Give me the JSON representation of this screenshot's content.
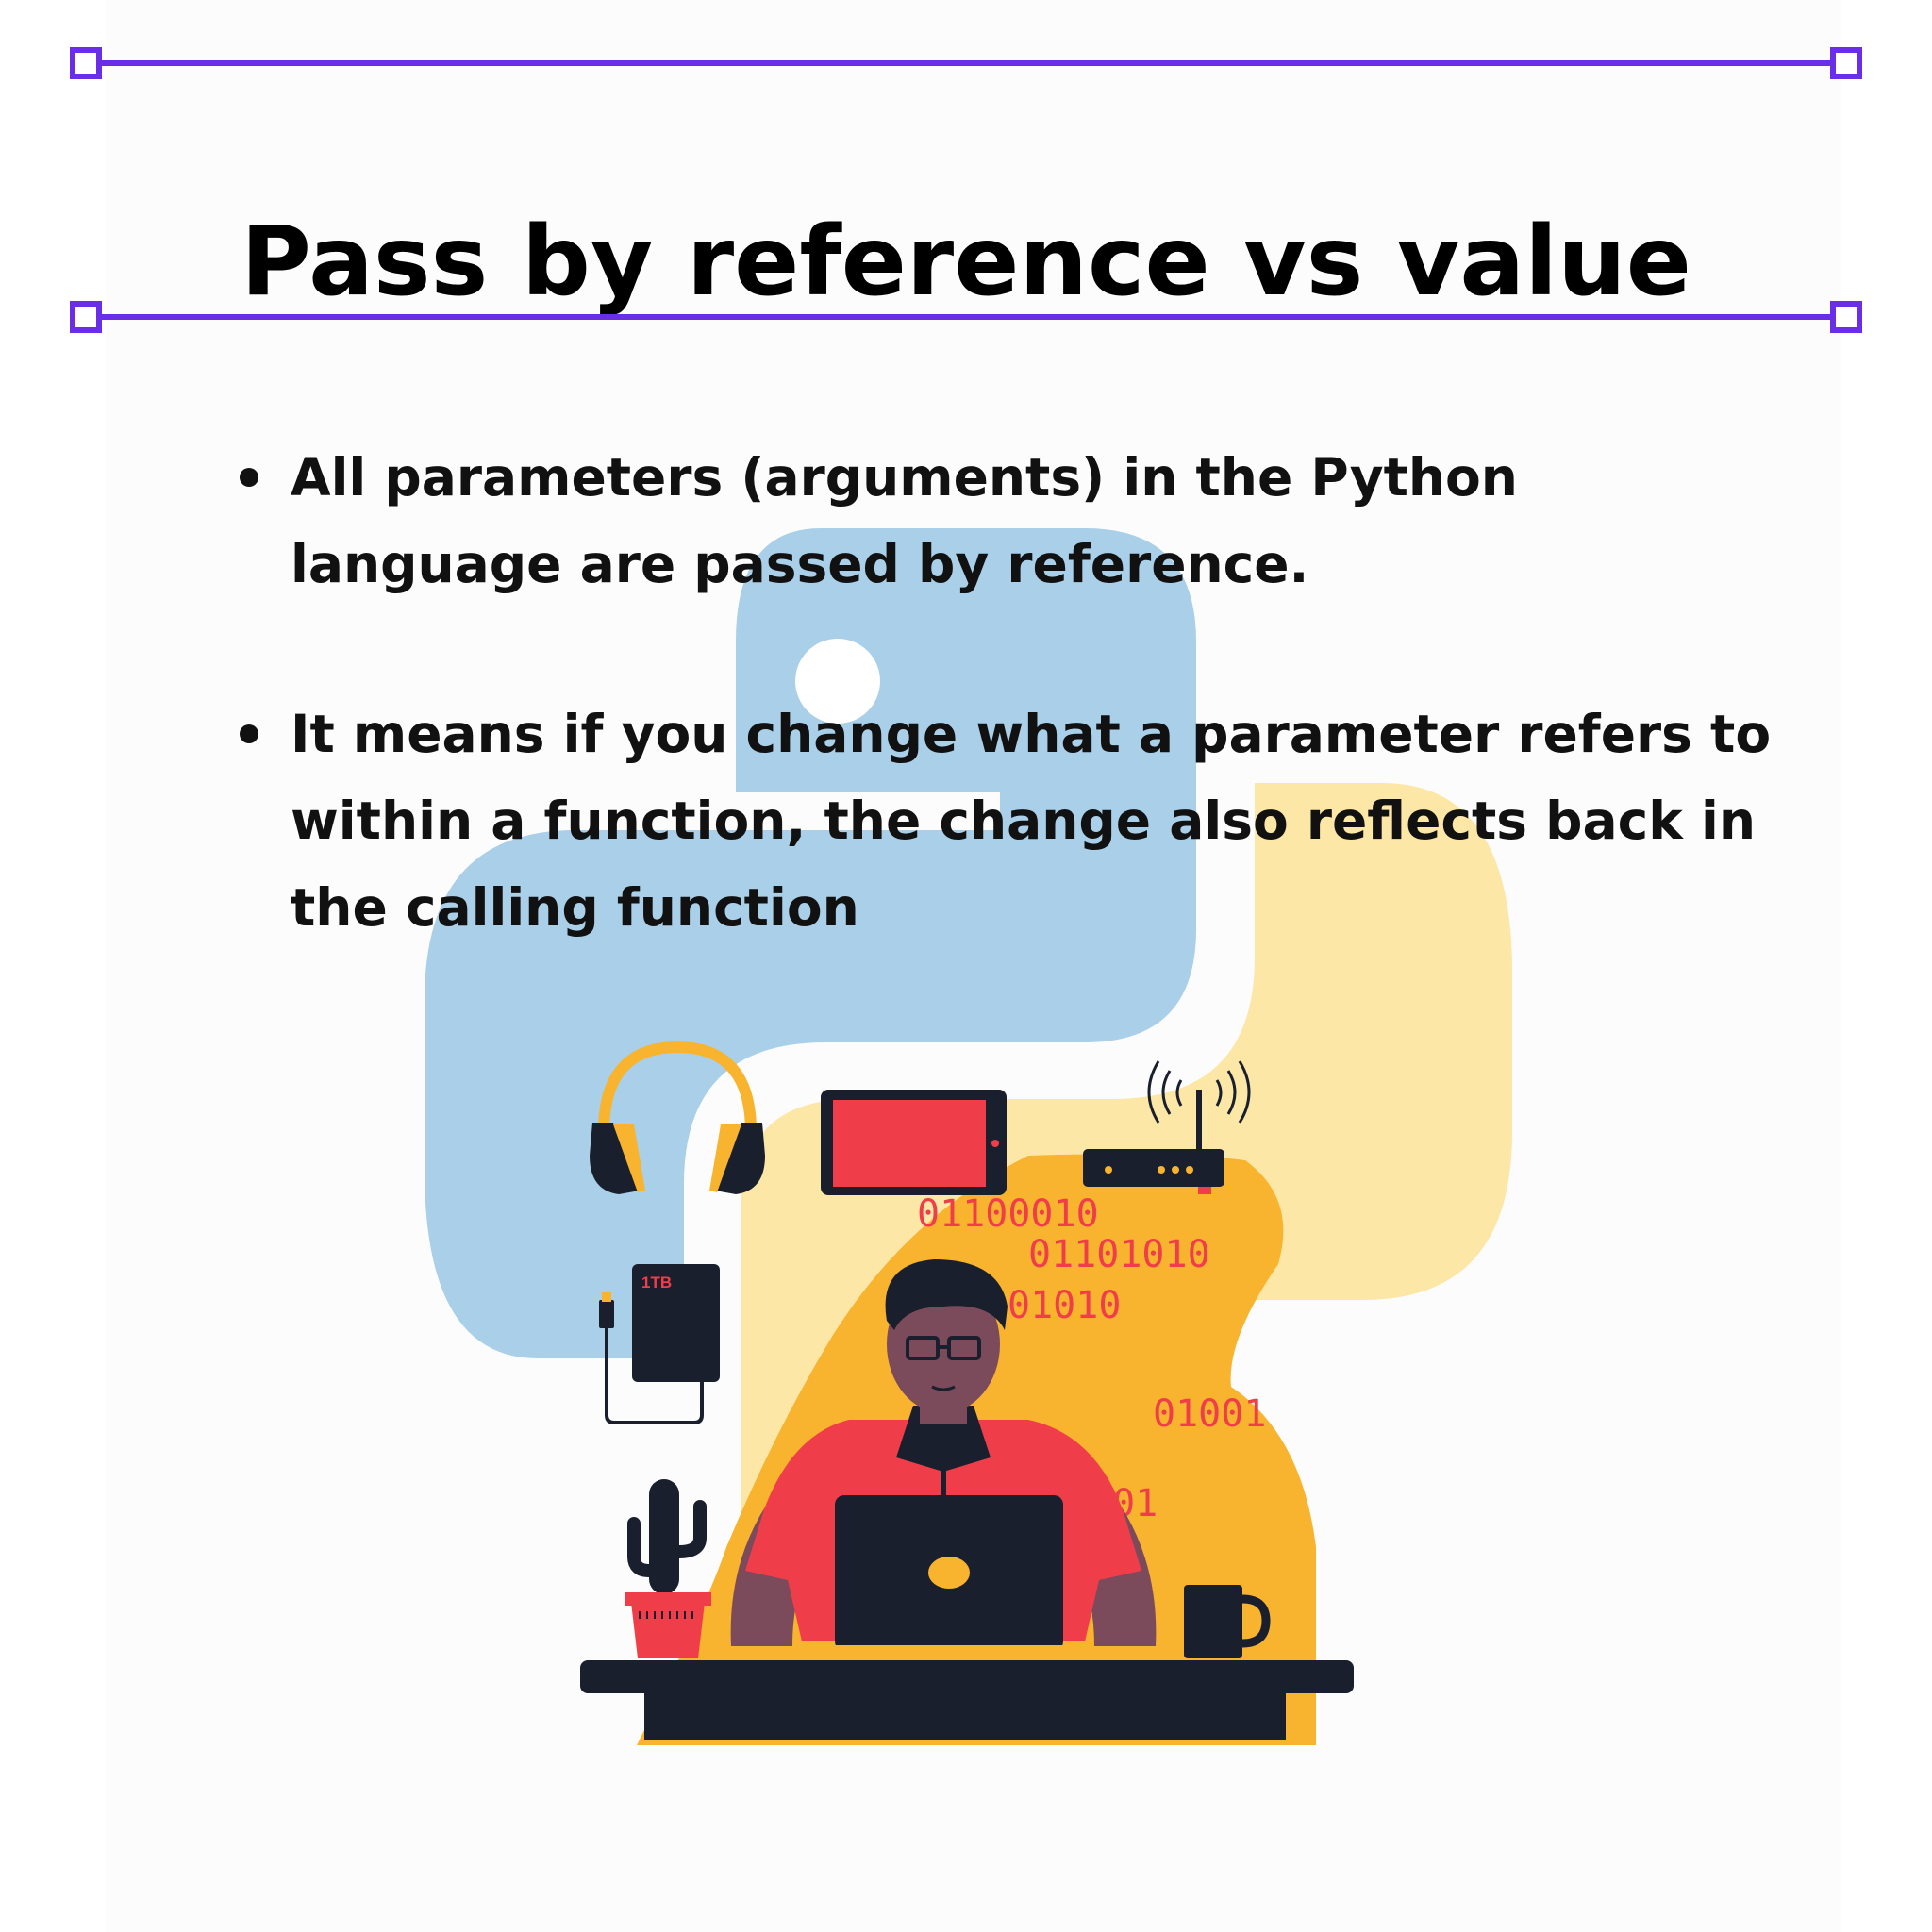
{
  "colors": {
    "accent": "#6a2ee8",
    "python_blue": "#a9cfe9",
    "python_yellow": "#fde7a7",
    "blob_orange": "#f8b32f",
    "shirt_red": "#ef3e4a",
    "dark": "#1a1f2e"
  },
  "title": "Pass by reference vs value",
  "bullets": [
    {
      "text": "All parameters (arguments) in the Python language are passed by reference."
    },
    {
      "text": "It means if you change what a parameter refers to within a function, the change also reflects back in the calling function"
    }
  ],
  "illustration": {
    "drive_label": "1TB",
    "binary": [
      "01100010",
      "01101010",
      "01010",
      "01001",
      "001"
    ]
  }
}
